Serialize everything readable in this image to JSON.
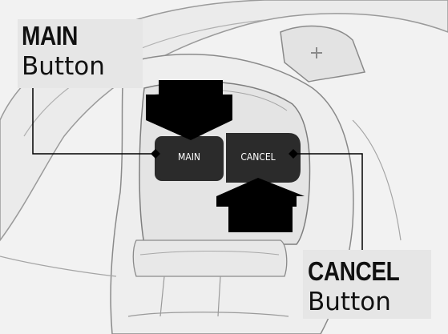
{
  "callouts": {
    "main": {
      "bold": "MAIN",
      "regular": "Button"
    },
    "cancel": {
      "bold": "CANCEL",
      "regular": "Button"
    }
  },
  "buttons": {
    "main_label": "MAIN",
    "cancel_label": "CANCEL"
  },
  "icons": {
    "paddle_symbol": "plus-icon"
  },
  "colors": {
    "button_fill": "#2b2b2b",
    "arrow_fill": "#000000",
    "callout_background": "#e6e6e6",
    "line_art": "#8a8a8a",
    "leader_line": "#000000"
  }
}
